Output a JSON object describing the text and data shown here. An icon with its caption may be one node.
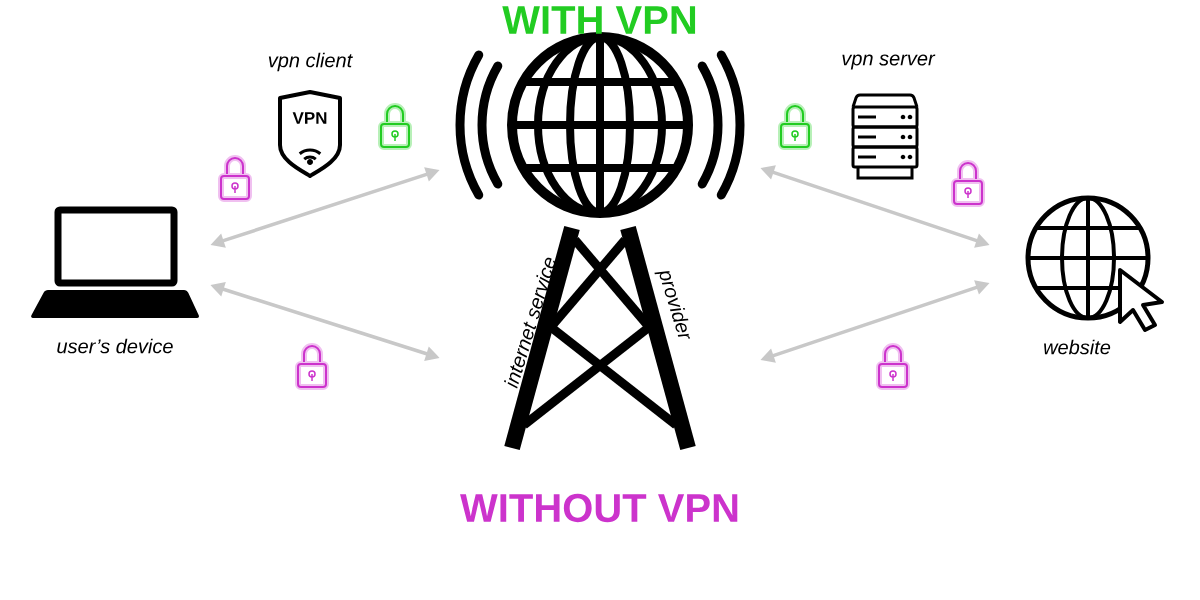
{
  "diagram": {
    "title": "WITH VPN",
    "nodes": [
      {
        "text": [
          "user’s device"
        ]
      },
      {
        "text": [
          "internet service",
          "provider"
        ]
      },
      {
        "text": [
          "website"
        ]
      }
    ],
    "edges": [
      {
        "from": 0,
        "to": 1,
        "arrow": "both"
      },
      {
        "from": 0,
        "to": 1,
        "arrow": "both"
      },
      {
        "from": 1,
        "to": 2,
        "arrow": "both"
      },
      {
        "from": 1,
        "to": 2,
        "arrow": "both"
      }
    ],
    "labels": [
      "vpn client",
      "VPN",
      "vpn server",
      "WITHOUT VPN"
    ]
  }
}
